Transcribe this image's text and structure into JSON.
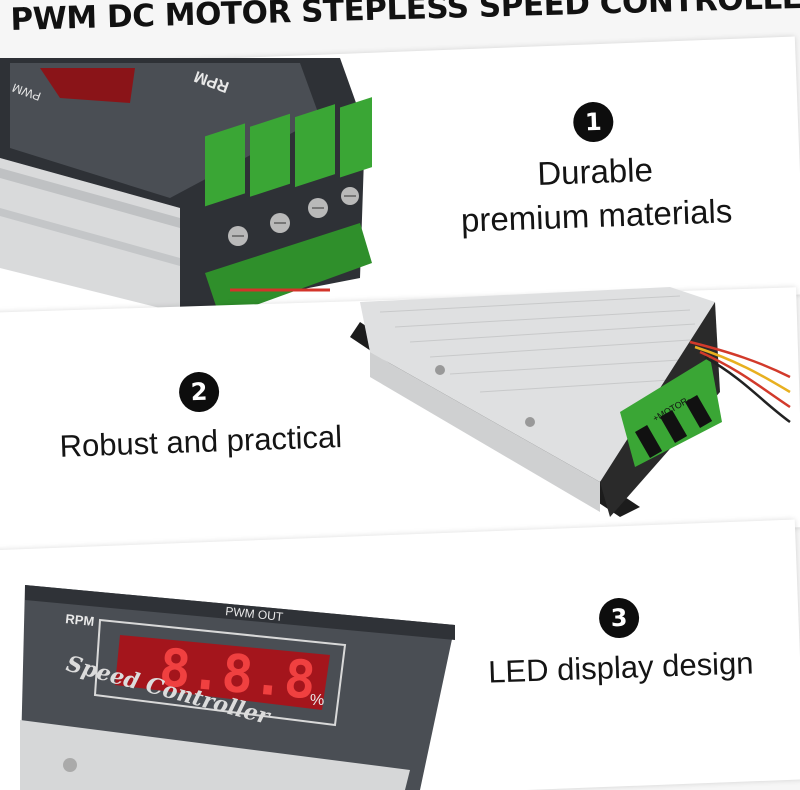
{
  "title": "PWM DC MOTOR STEPLESS SPEED CONTROLLER",
  "features": [
    {
      "number": "1",
      "text_lines": [
        "Durable",
        "premium materials"
      ]
    },
    {
      "number": "2",
      "text_lines": [
        "Robust and practical"
      ]
    },
    {
      "number": "3",
      "text_lines": [
        "LED display design"
      ]
    }
  ],
  "product_labels": {
    "pwm": "PWM",
    "rpm": "RPM",
    "pwm_out": "PWM OUT",
    "speed_controller": "Speed Controller",
    "percent": "%",
    "led_value": "8.8.8",
    "terminal_label": "+MOTOR-"
  },
  "colors": {
    "terminal_green": "#3aa635",
    "led_red": "#e0202a",
    "body_gray": "#4a4e54",
    "aluminum": "#d9dadb"
  }
}
